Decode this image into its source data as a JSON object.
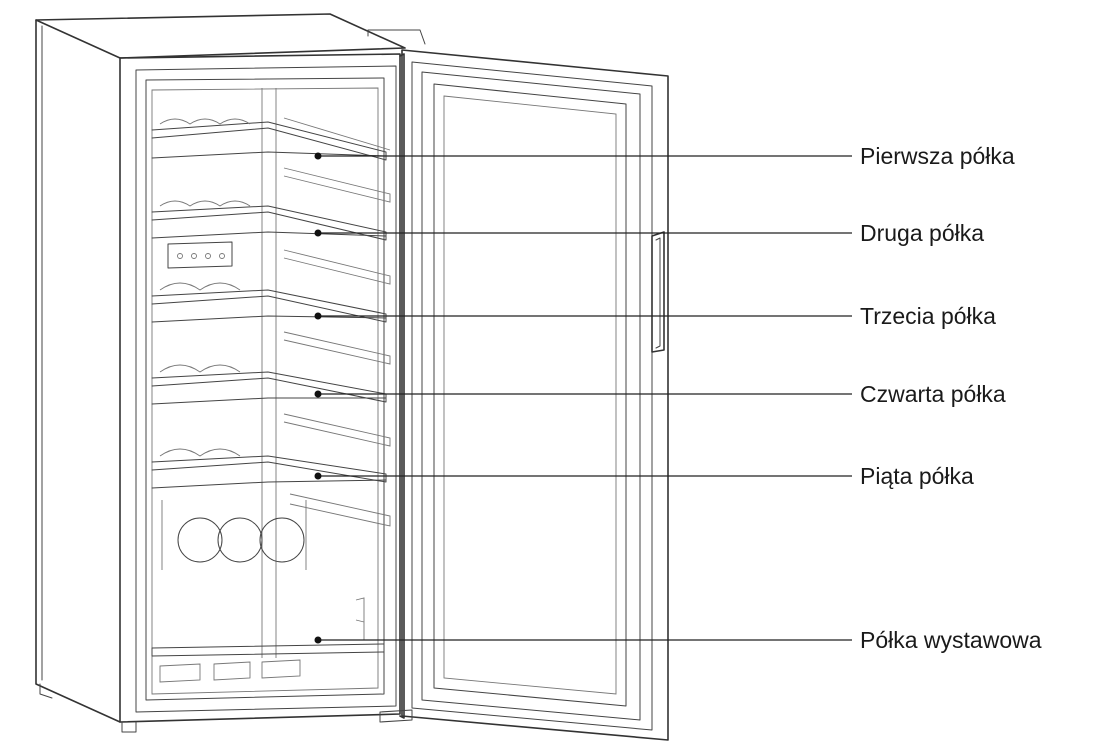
{
  "callouts": [
    {
      "label": "Pierwsza półka"
    },
    {
      "label": "Druga półka"
    },
    {
      "label": "Trzecia półka"
    },
    {
      "label": "Czwarta półka"
    },
    {
      "label": "Piąta półka"
    },
    {
      "label": "Półka wystawowa"
    }
  ]
}
